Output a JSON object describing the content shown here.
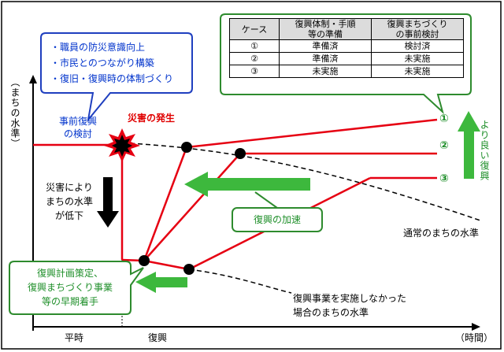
{
  "axes": {
    "y_label": "（まちの水準）",
    "x_label": "（時間）",
    "x_tick_normal": "平時",
    "x_tick_recovery": "復興"
  },
  "callout_blue": {
    "items": [
      "・職員の防災意識向上",
      "・市民とのつながり構築",
      "・復旧・復興時の体制づくり"
    ]
  },
  "label_pre_recovery": [
    "事前復興",
    "の検討"
  ],
  "label_disaster": "災害の発生",
  "label_drop": [
    "災害により",
    "まちの水準",
    "が低下"
  ],
  "label_acceleration": "復興の加速",
  "label_early_start": [
    "復興計画策定、",
    "復興まちづくり事業",
    "等の早期着手"
  ],
  "label_normal_curve": "通常のまちの水準",
  "label_no_project": [
    "復興事業を実施しなかった",
    "場合のまちの水準"
  ],
  "label_better": "より良い復興",
  "case_markers": [
    "①",
    "②",
    "③"
  ],
  "case_table": {
    "headers": [
      "ケース",
      "復興体制・手順\n等の準備",
      "復興まちづくり\nの事前検討"
    ],
    "rows": [
      [
        "①",
        "準備済",
        "検討済"
      ],
      [
        "②",
        "準備済",
        "未実施"
      ],
      [
        "③",
        "未実施",
        "未実施"
      ]
    ]
  },
  "colors": {
    "red_line": "#e60012",
    "green": "#3db83d",
    "green_dark": "#2e8b2e",
    "blue_border": "#1f3fbf",
    "black": "#000000"
  }
}
